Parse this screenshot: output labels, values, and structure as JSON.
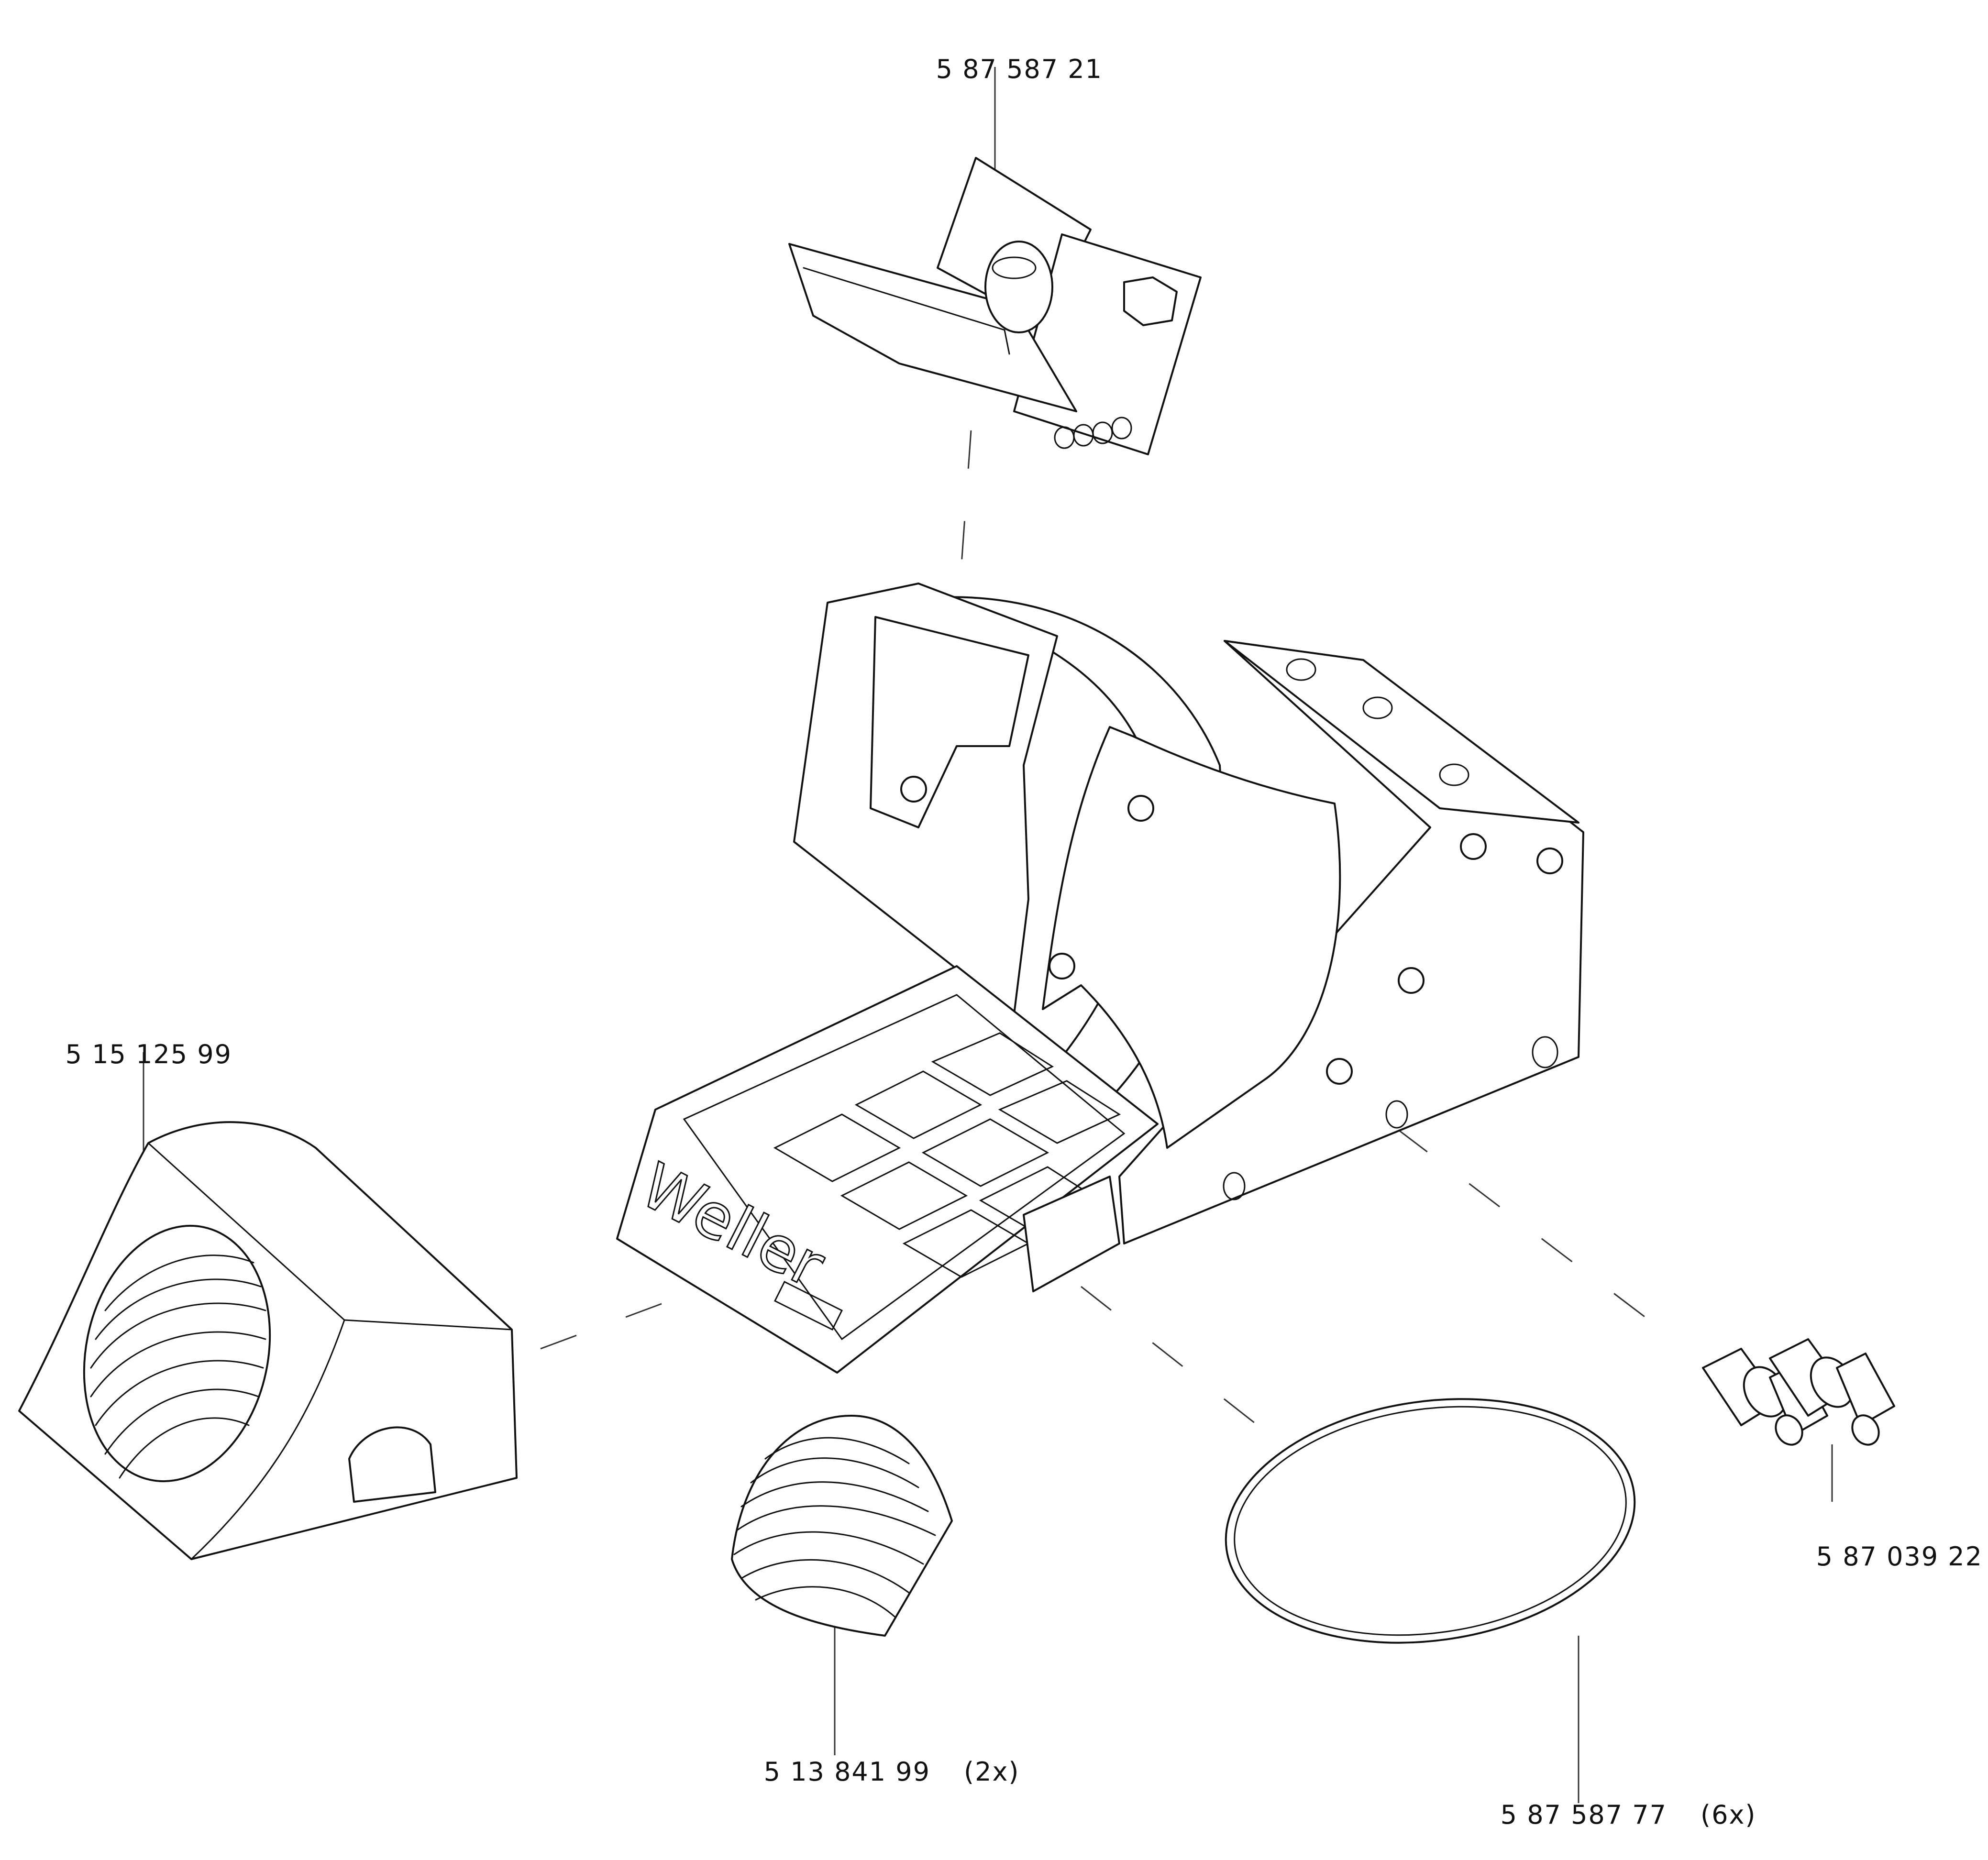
{
  "parts": [
    {
      "id": "holder-clip",
      "number": "5 87 587 21",
      "qty": ""
    },
    {
      "id": "cover",
      "number": "5 15 125 99",
      "qty": ""
    },
    {
      "id": "sponge-shell",
      "number": "5 13 841 99",
      "qty": "(2x)"
    },
    {
      "id": "o-ring",
      "number": "5 87 587 77",
      "qty": "(6x)"
    },
    {
      "id": "pins",
      "number": "5 87 039 22",
      "qty": ""
    }
  ],
  "brand": {
    "logo_text": "Weller"
  }
}
